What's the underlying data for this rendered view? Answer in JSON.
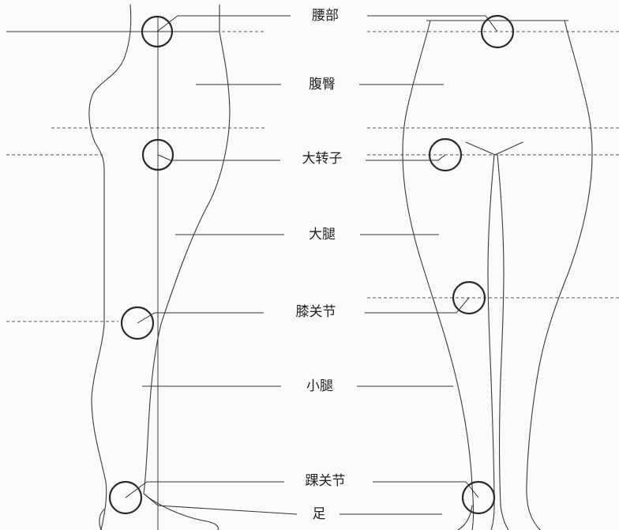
{
  "labels": {
    "waist": "腰部",
    "abdomen_hip": "腹臀",
    "greater_trochanter": "大转子",
    "thigh": "大腿",
    "knee_joint": "膝关节",
    "lower_leg": "小腿",
    "ankle_joint": "踝关节",
    "foot": "足"
  }
}
